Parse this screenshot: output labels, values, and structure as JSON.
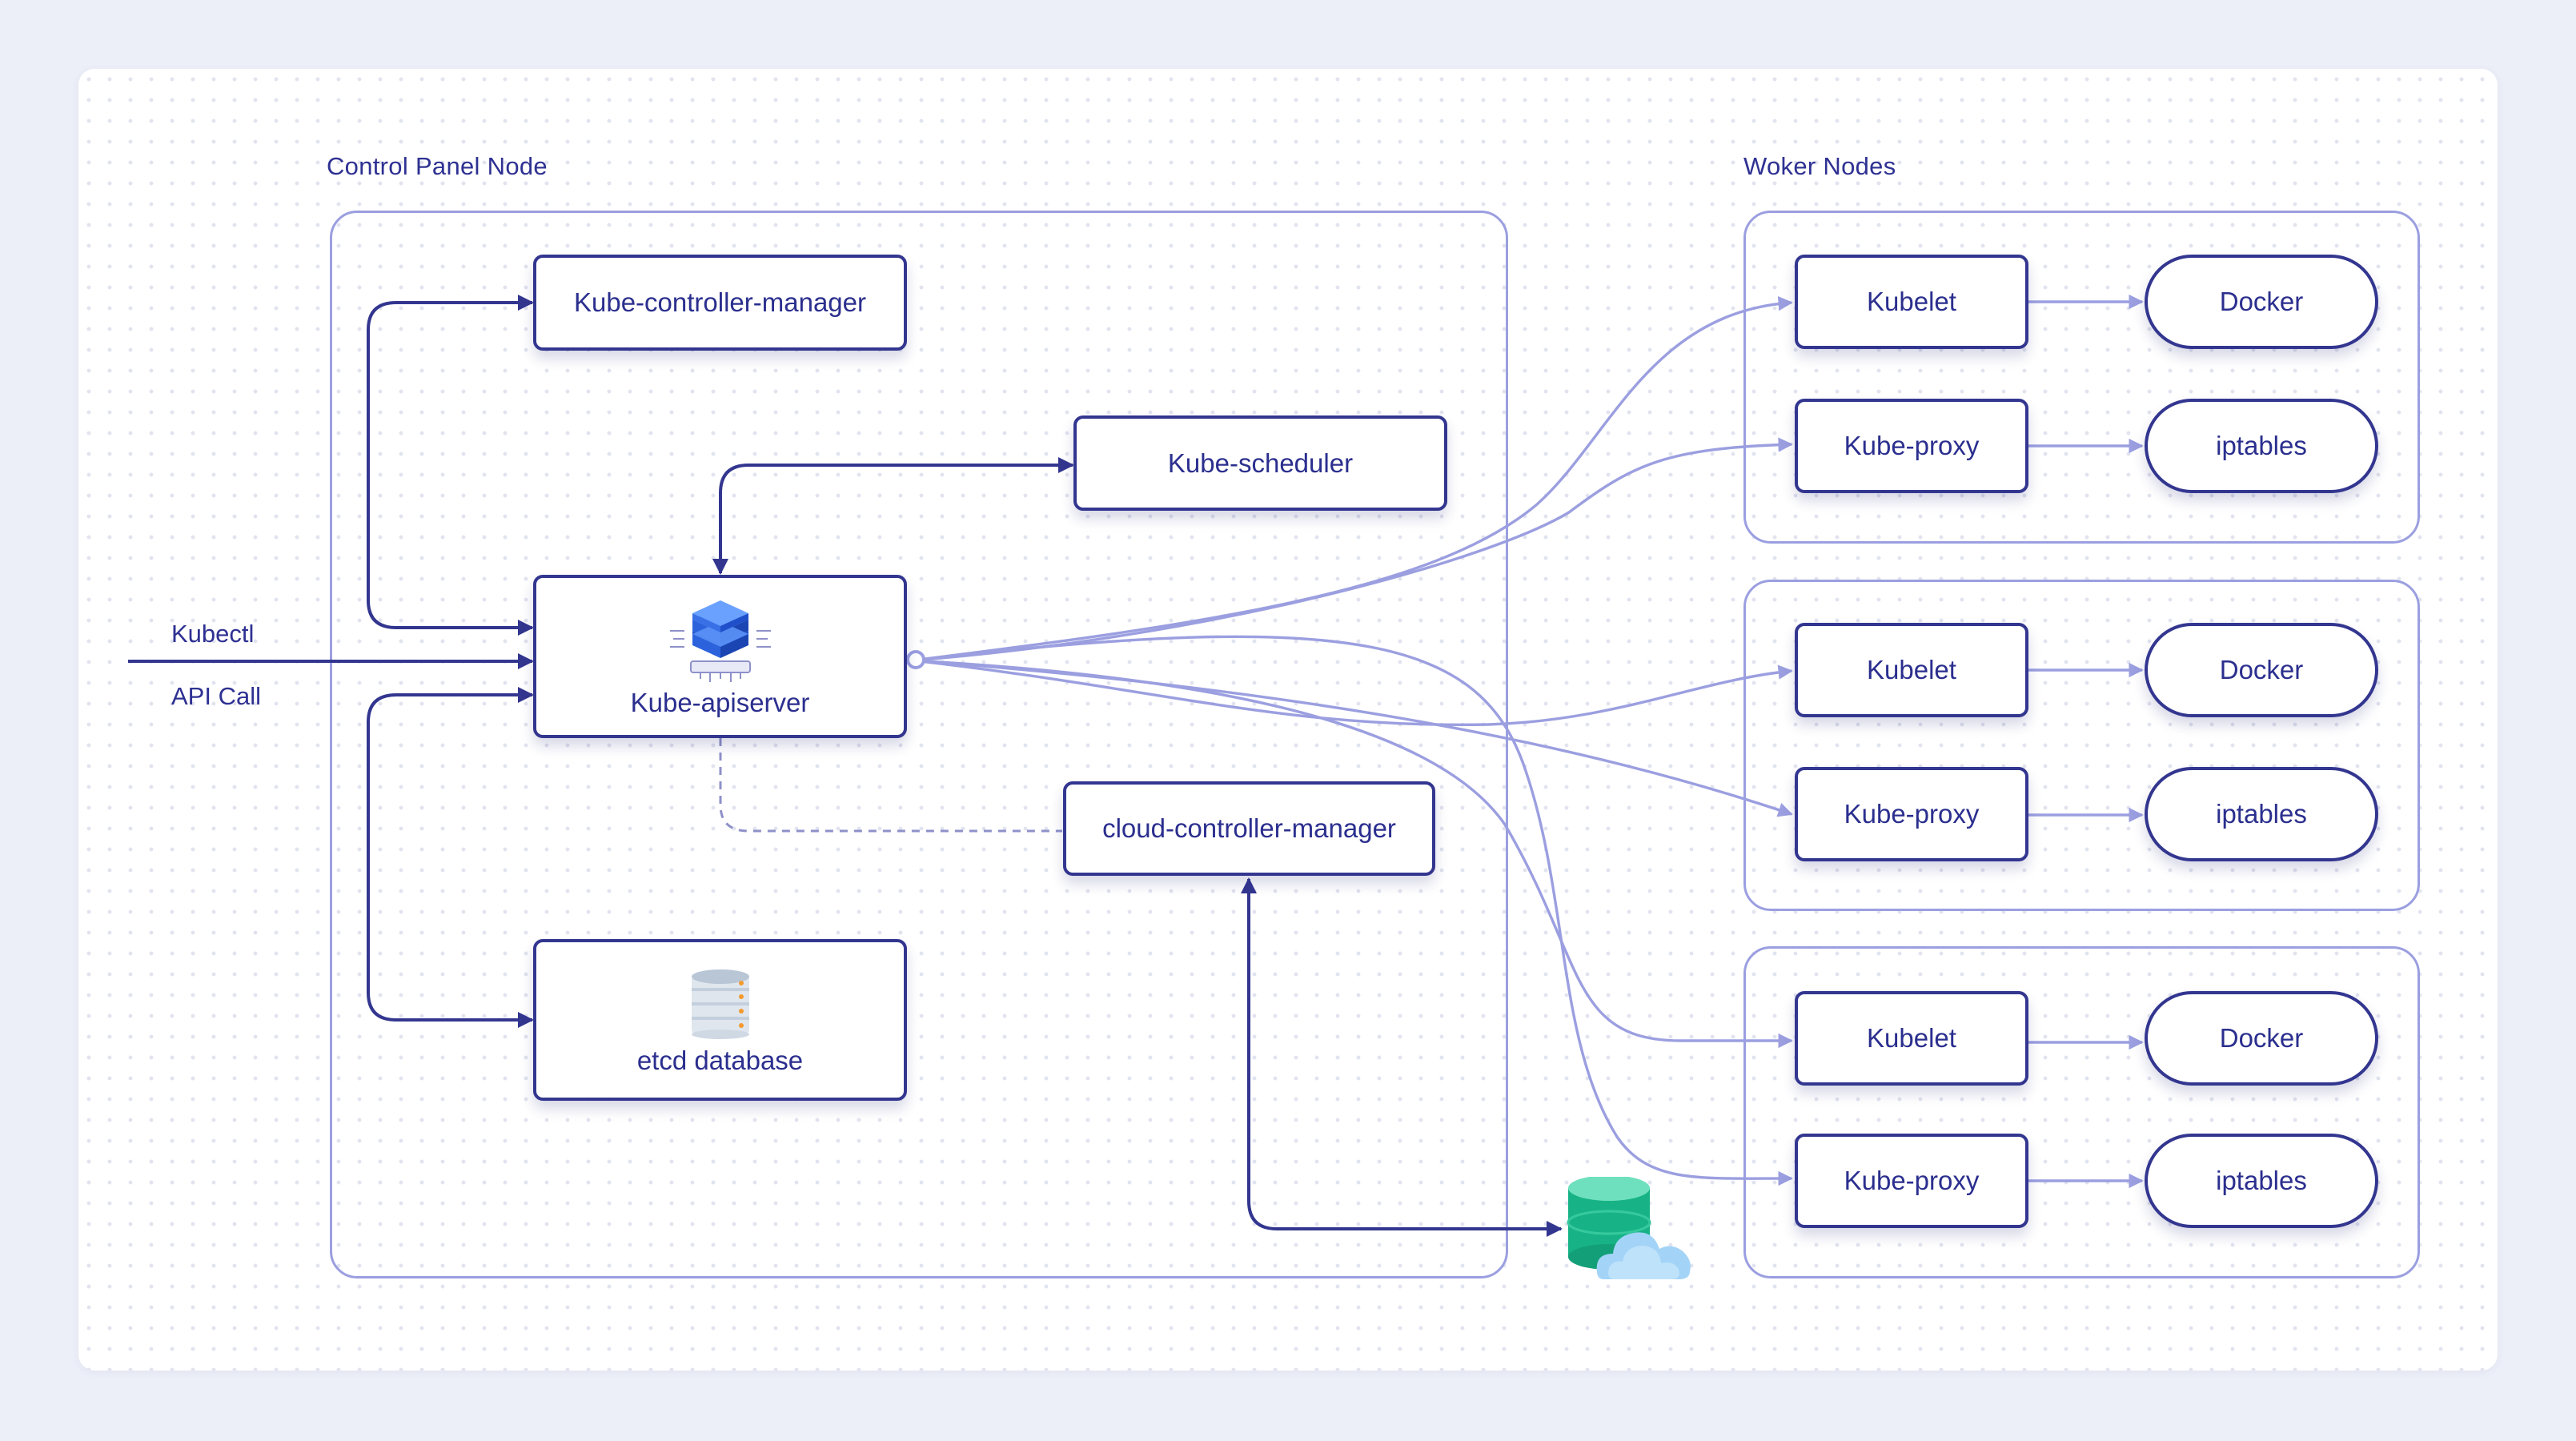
{
  "sections": {
    "control_plane_title": "Control Panel Node",
    "worker_title": "Woker Nodes"
  },
  "inputs": {
    "kubectl": "Kubectl",
    "api_call": "API Call"
  },
  "control_plane": {
    "controller_manager": "Kube-controller-manager",
    "scheduler": "Kube-scheduler",
    "apiserver": "Kube-apiserver",
    "cloud_controller_manager": "cloud-controller-manager",
    "etcd": "etcd database"
  },
  "workers": [
    {
      "kubelet": "Kubelet",
      "runtime": "Docker",
      "proxy": "Kube-proxy",
      "rules": "iptables"
    },
    {
      "kubelet": "Kubelet",
      "runtime": "Docker",
      "proxy": "Kube-proxy",
      "rules": "iptables"
    },
    {
      "kubelet": "Kubelet",
      "runtime": "Docker",
      "proxy": "Kube-proxy",
      "rules": "iptables"
    }
  ],
  "icons": {
    "apiserver": "server-stack-icon",
    "etcd": "database-icon",
    "cloud": "cloud-provider-icon"
  },
  "colors": {
    "primary": "#33368f",
    "connector": "#9b9fe0",
    "panel_border": "#9b9fe0",
    "cloud_green": "#1dbf8e",
    "cloud_blue": "#9fd3f7"
  }
}
